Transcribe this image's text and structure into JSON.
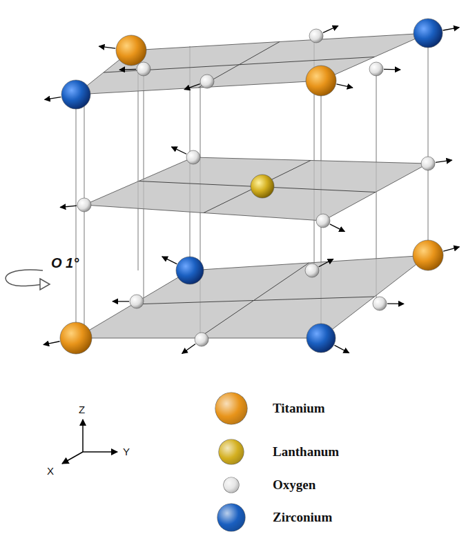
{
  "diagram": {
    "labels": [
      "O 1°",
      "Z",
      "Y",
      "X"
    ],
    "legend": [
      {
        "text": "Titanium",
        "color": "#e8941a"
      },
      {
        "text": "Lanthanum",
        "color": "#d4b020"
      },
      {
        "text": "Oxygen",
        "color": "#e6e6e6"
      },
      {
        "text": "Zirconium",
        "color": "#1a5fc0"
      }
    ]
  }
}
